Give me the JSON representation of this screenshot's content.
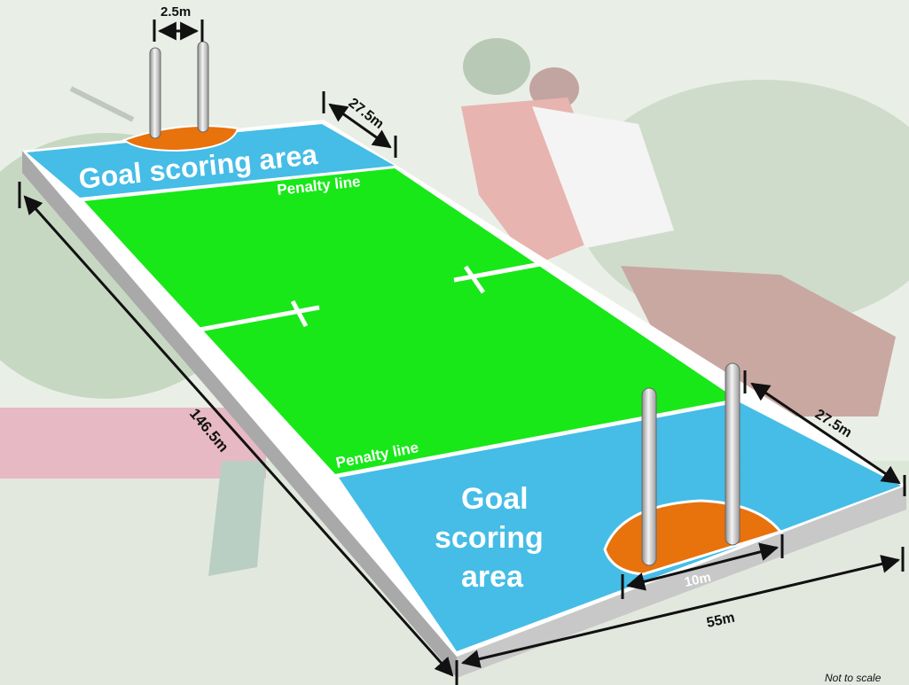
{
  "labels": {
    "goal_area_top": "Goal scoring area",
    "goal_area_bottom": [
      "Goal",
      "scoring",
      "area"
    ],
    "penalty_top": "Penalty line",
    "penalty_bottom": "Penalty line",
    "dim_length": "146.5m",
    "dim_width": "55m",
    "dim_goal_area_top": "27.5m",
    "dim_goal_area_bottom": "27.5m",
    "dim_post_gap": "2.5m",
    "dim_crease": "10m",
    "note": "Not to scale"
  },
  "colors": {
    "pitch": "#18e818",
    "goal_area": "#45bde6",
    "crease": "#e8720c",
    "base_side": "#a9a9a9",
    "base_front": "#c8c8c8",
    "posts": "#d9d9d9"
  },
  "icons": {
    "background": "polo-player-photo-faded"
  }
}
